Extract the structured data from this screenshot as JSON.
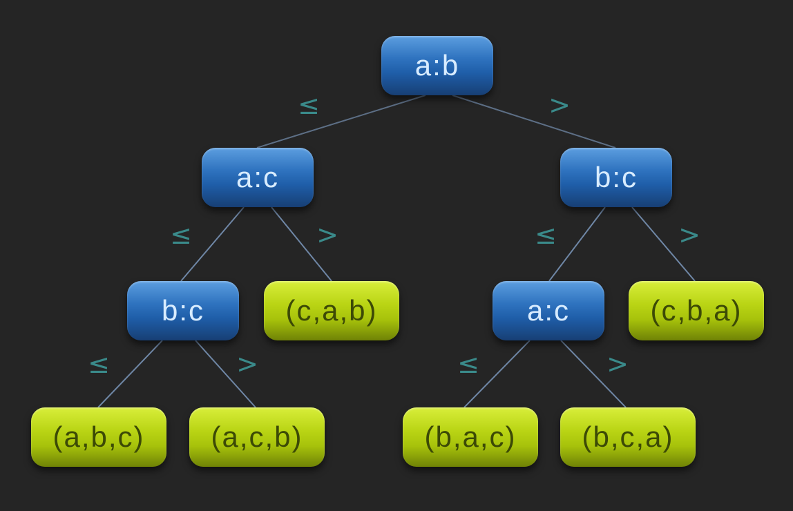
{
  "colors": {
    "background": "#252525",
    "compare_node": "#2f73bf",
    "leaf_node": "#b9d414",
    "edge_line": "#6f87a6",
    "edge_label": "#3a8a8a"
  },
  "tree": {
    "root": {
      "label": "a:b"
    },
    "root_left": {
      "label": "a:c"
    },
    "root_right": {
      "label": "b:c"
    },
    "l_left": {
      "label": "b:c"
    },
    "l_right": {
      "label": "(c,a,b)"
    },
    "r_left": {
      "label": "a:c"
    },
    "r_right": {
      "label": "(c,b,a)"
    },
    "ll_left": {
      "label": "(a,b,c)"
    },
    "ll_right": {
      "label": "(a,c,b)"
    },
    "rl_left": {
      "label": "(b,a,c)"
    },
    "rl_right": {
      "label": "(b,c,a)"
    }
  },
  "edge_labels": {
    "le": "≤",
    "gt": ">"
  }
}
